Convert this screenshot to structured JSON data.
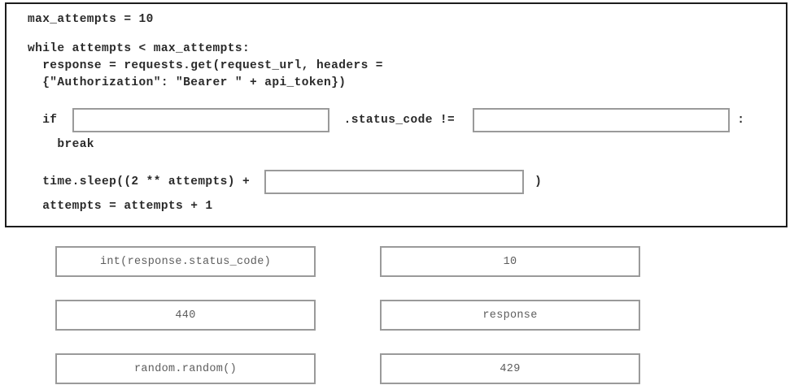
{
  "code_panel": {
    "lines": [
      {
        "id": "l1",
        "text": "max_attempts = 10"
      },
      {
        "id": "l2",
        "text": "while attempts < max_attempts:"
      },
      {
        "id": "l3",
        "text": "  response = requests.get(request_url, headers ="
      },
      {
        "id": "l4",
        "text": "  {\"Authorization\": \"Bearer \" + api_token})"
      },
      {
        "id": "l5_prefix",
        "text": "  if "
      },
      {
        "id": "l5_mid",
        "text": " .status_code != "
      },
      {
        "id": "l5_suffix",
        "text": ":"
      },
      {
        "id": "l6",
        "text": "    break"
      },
      {
        "id": "l7_prefix",
        "text": "  time.sleep((2 ** attempts) + "
      },
      {
        "id": "l7_suffix",
        "text": ")"
      },
      {
        "id": "l8",
        "text": "  attempts = attempts + 1"
      }
    ],
    "dropzones": [
      {
        "id": "dropzone-1",
        "value": ""
      },
      {
        "id": "dropzone-2",
        "value": ""
      },
      {
        "id": "dropzone-3",
        "value": ""
      }
    ]
  },
  "options": [
    [
      {
        "id": "opt-int-response-status-code",
        "label": "int(response.status_code)"
      },
      {
        "id": "opt-10",
        "label": "10"
      }
    ],
    [
      {
        "id": "opt-440",
        "label": "440"
      },
      {
        "id": "opt-response",
        "label": "response"
      }
    ],
    [
      {
        "id": "opt-random-random",
        "label": "random.random()"
      },
      {
        "id": "opt-429",
        "label": "429"
      }
    ]
  ],
  "colors": {
    "panel_border": "#1c1c1c",
    "slot_border": "#9a9a9a",
    "code_text": "#2a2a2a",
    "option_text": "#5d5d5d",
    "background": "#ffffff"
  }
}
